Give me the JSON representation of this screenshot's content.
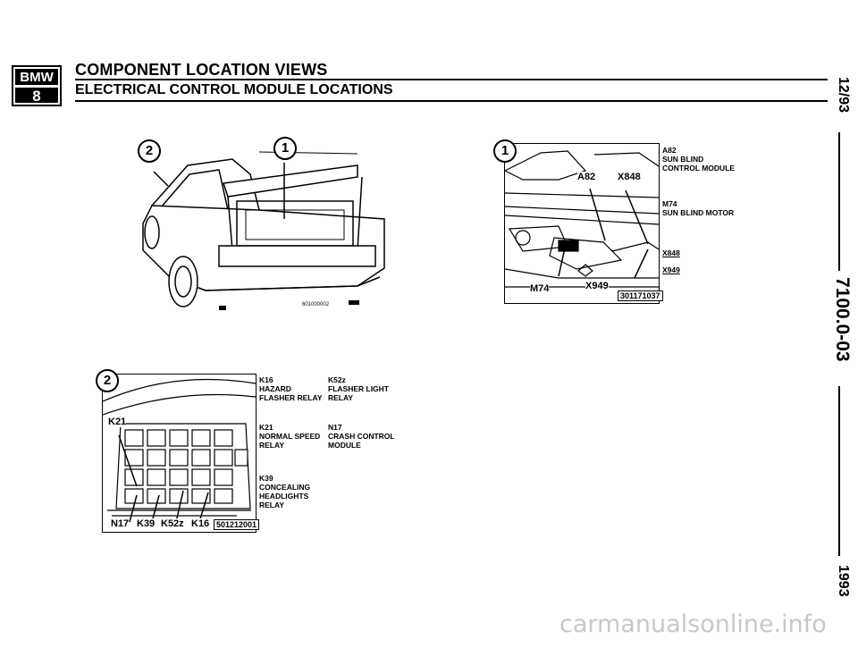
{
  "header": {
    "logo_top": "BMW",
    "logo_bottom": "8",
    "title": "COMPONENT LOCATION VIEWS",
    "subtitle": "ELECTRICAL CONTROL MODULE LOCATIONS"
  },
  "margin": {
    "date": "12/93",
    "page_code": "7100.0-03",
    "year": "1993"
  },
  "car_figure": {
    "callout_1": "1",
    "callout_2": "2",
    "figure_number": "601000002"
  },
  "trunk_figure": {
    "callout": "1",
    "label_a82": "A82",
    "label_x848": "X848",
    "label_m74": "M74",
    "label_x949": "X949",
    "figure_number": "301171037",
    "legend": [
      {
        "id": "A82",
        "desc": "SUN BLIND\nCONTROL MODULE"
      },
      {
        "id": "M74",
        "desc": "SUN BLIND MOTOR"
      },
      {
        "id": "X848",
        "desc": ""
      },
      {
        "id": "X949",
        "desc": ""
      }
    ]
  },
  "relay_figure": {
    "callout": "2",
    "label_k21": "K21",
    "bottom_labels": [
      "N17",
      "K39",
      "K52z",
      "K16"
    ],
    "figure_number": "501212001",
    "legend_left": [
      {
        "id": "K16",
        "desc": "HAZARD\nFLASHER RELAY"
      },
      {
        "id": "K21",
        "desc": "NORMAL SPEED\nRELAY"
      },
      {
        "id": "K39",
        "desc": "CONCEALING\nHEADLIGHTS\nRELAY"
      }
    ],
    "legend_right": [
      {
        "id": "K52z",
        "desc": "FLASHER LIGHT\nRELAY"
      },
      {
        "id": "N17",
        "desc": "CRASH CONTROL\nMODULE"
      }
    ]
  },
  "footer": {
    "watermark": "carmanualsonline.info"
  }
}
